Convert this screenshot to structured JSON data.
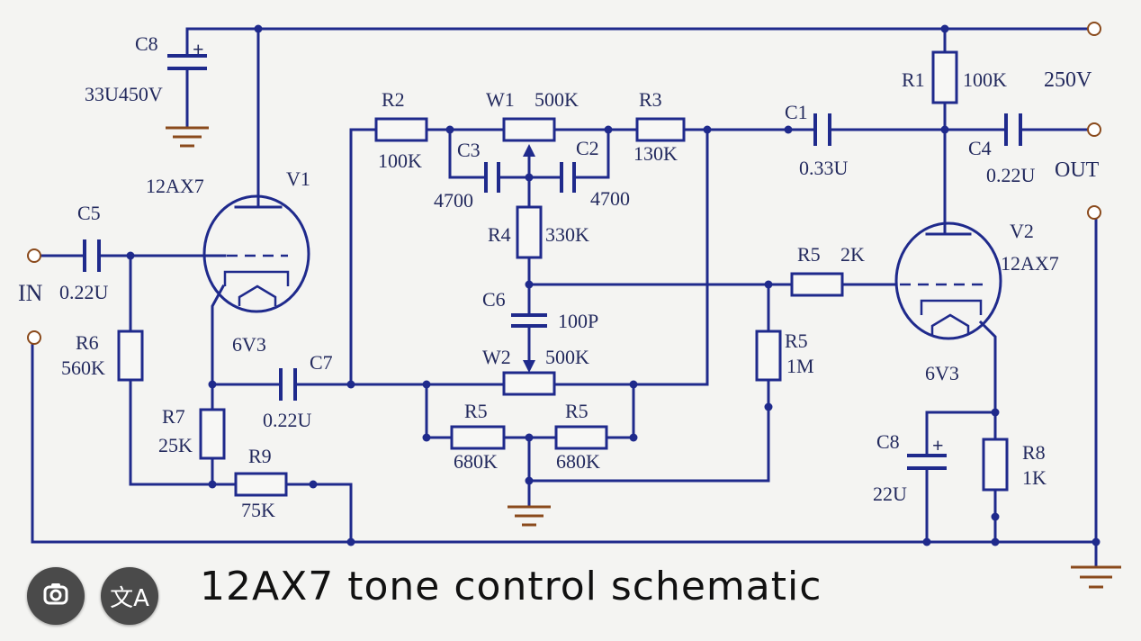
{
  "caption": "12AX7 tone control schematic",
  "colors": {
    "wire": "#1f2a8c",
    "ground": "#8a4a1c",
    "background": "#f4f4f2"
  },
  "overlay_buttons": [
    {
      "name": "google-lens",
      "icon": "camera-lens-icon"
    },
    {
      "name": "translate",
      "icon": "translate-icon",
      "glyph": "文A"
    }
  ],
  "labels": {
    "c8_top": "C8",
    "c8_top_plus": "+",
    "c8_top_val": "33U450V",
    "v1_type": "12AX7",
    "v1": "V1",
    "c5": "C5",
    "in": "IN",
    "c5_val": "0.22U",
    "r6": "R6",
    "r6_val": "560K",
    "v1_heater": "6V3",
    "c7": "C7",
    "c7_val": "0.22U",
    "r7": "R7",
    "r7_val": "25K",
    "r9": "R9",
    "r9_val": "75K",
    "r2": "R2",
    "r2_val": "100K",
    "w1": "W1",
    "w1_val": "500K",
    "r3": "R3",
    "r3_val": "130K",
    "c3": "C3",
    "c3_val": "4700",
    "c2": "C2",
    "c2_val": "4700",
    "r4": "R4",
    "r4_val": "330K",
    "c6": "C6",
    "c6_val": "100P",
    "w2": "W2",
    "w2_val": "500K",
    "r5a": "R5",
    "r5a_val": "680K",
    "r5b": "R5",
    "r5b_val": "680K",
    "r5c": "R5",
    "r5c_val": "1M",
    "r5d": "R5",
    "r5d_val": "2K",
    "c1": "C1",
    "c1_val": "0.33U",
    "r1": "R1",
    "r1_val": "100K",
    "b_plus": "250V",
    "c4": "C4",
    "c4_val": "0.22U",
    "out": "OUT",
    "v2": "V2",
    "v2_type": "12AX7",
    "v2_heater": "6V3",
    "c8_bot": "C8",
    "c8_bot_plus": "+",
    "c8_bot_val": "22U",
    "r8": "R8",
    "r8_val": "1K"
  }
}
